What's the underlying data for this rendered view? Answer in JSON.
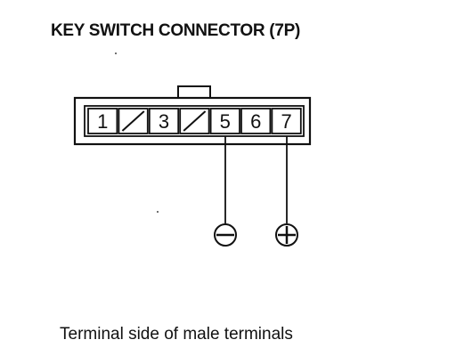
{
  "title": "KEY SWITCH CONNECTOR (7P)",
  "caption": "Terminal side of male terminals",
  "connector": {
    "pins": [
      {
        "label": "1",
        "state": "active"
      },
      {
        "label": "",
        "state": "blank"
      },
      {
        "label": "3",
        "state": "active"
      },
      {
        "label": "",
        "state": "blank"
      },
      {
        "label": "5",
        "state": "active"
      },
      {
        "label": "6",
        "state": "active"
      },
      {
        "label": "7",
        "state": "active"
      }
    ]
  },
  "probes": [
    {
      "pin": "5",
      "polarity": "negative",
      "icon": "minus-terminal-icon"
    },
    {
      "pin": "7",
      "polarity": "positive",
      "icon": "plus-terminal-icon"
    }
  ]
}
